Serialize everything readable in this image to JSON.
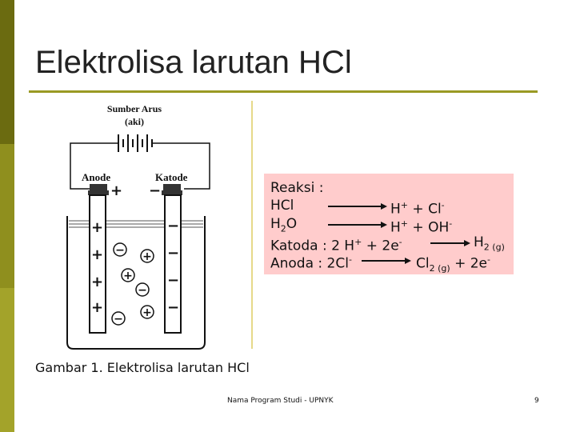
{
  "slide": {
    "title": "Elektrolisa larutan HCl",
    "caption": "Gambar 1. Elektrolisa larutan HCl",
    "footer": "Nama Program Studi - UPNYK",
    "page_number": "9"
  },
  "diagram": {
    "source_label_line1": "Sumber Arus",
    "source_label_line2": "(aki)",
    "anode_label": "Anode",
    "cathode_label": "Katode",
    "anode_sign": "+",
    "cathode_sign": "−",
    "plus": "+",
    "minus": "−"
  },
  "reaction": {
    "heading": "Reaksi :",
    "row1_left": "HCl",
    "row1_right_a": "H",
    "row1_right_a_sup": "+",
    "row1_plus": "+",
    "row1_right_b": "Cl",
    "row1_right_b_sup": "-",
    "row2_left": "H",
    "row2_left_sub": "2",
    "row2_left_tail": "O",
    "row2_right_a": "H",
    "row2_right_a_sup": "+",
    "row2_plus": "+",
    "row2_right_b": "OH",
    "row2_right_b_sup": "-",
    "row3_left": "Katoda : 2 H",
    "row3_left_sup": "+",
    "row3_plus": "+",
    "row3_e": "2e",
    "row3_e_sup": "-",
    "row3_product": "H",
    "row3_product_sub": "2 (g)",
    "row4_left": "Anoda  : 2Cl",
    "row4_left_sup": "-",
    "row4_product": "Cl",
    "row4_product_sub": "2 (g)",
    "row4_plus": "+",
    "row4_e": "2e",
    "row4_e_sup": "-"
  },
  "colors": {
    "reaction_bg": "#ffcccc",
    "accent_rule": "#9a9a24"
  }
}
